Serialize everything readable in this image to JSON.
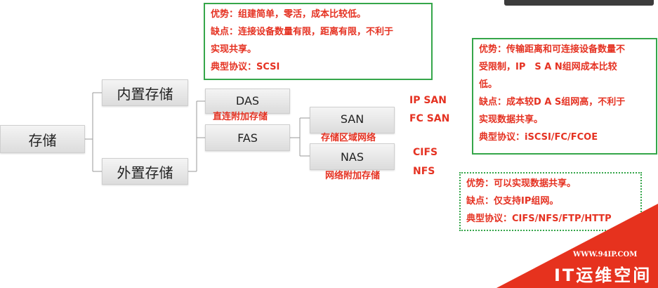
{
  "diagram": {
    "root": "存储",
    "internal": "内置存储",
    "external": "外置存储",
    "das": {
      "label": "DAS",
      "subtitle": "直连附加存储"
    },
    "fas": {
      "label": "FAS"
    },
    "san": {
      "label": "SAN",
      "subtitle": "存储区域网络",
      "protocols": [
        "IP SAN",
        "FC SAN"
      ]
    },
    "nas": {
      "label": "NAS",
      "subtitle": "网络附加存储",
      "protocols": [
        "CIFS",
        "NFS"
      ]
    }
  },
  "notes": {
    "das": [
      "优势：组建简单，零活，成本比较低。",
      "缺点：连接设备数量有限，距离有限，不利于",
      "实现共享。",
      "典型协议：SCSI"
    ],
    "san": [
      "优势：传输距离和可连接设备数量不",
      "受限制，IP　S A N组网成本比较",
      "低。",
      "缺点：成本较D A S组网高，不利于",
      "实现数据共享。",
      "典型协议：iSCSI/FC/FCOE"
    ],
    "nas": [
      "优势：可以实现数据共享。",
      "缺点：仅支持IP组网。",
      "典型协议：CIFS/NFS/FTP/HTTP"
    ]
  },
  "watermark": {
    "url": "WWW.94IP.COM",
    "brand": "IT运维空间"
  },
  "colors": {
    "accent_red": "#e53222",
    "frame_green": "#35a64a",
    "corner_red": "#e6321e"
  }
}
